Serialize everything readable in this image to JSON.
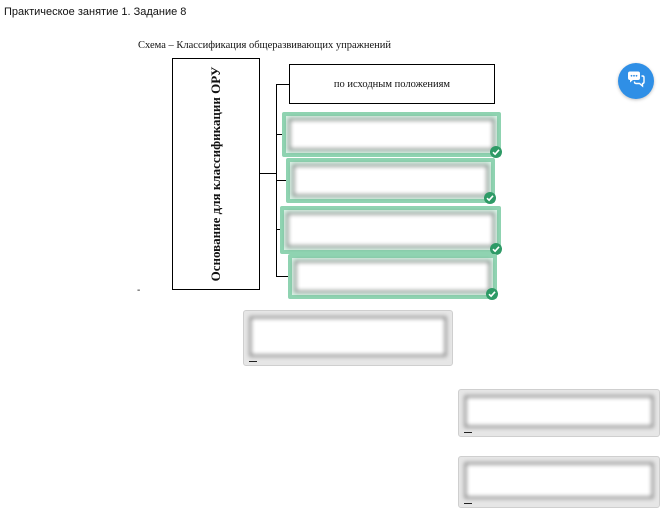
{
  "page": {
    "title": "Практическое занятие 1. Задание 8"
  },
  "scheme": {
    "title": "Схема – Классификация общеразвивающих упражнений",
    "root_label": "Основание для классификации ОРУ",
    "fixed_item": "по исходным положениям",
    "stray_mark": "-"
  },
  "slots": [
    {
      "label": "",
      "state": "correct"
    },
    {
      "label": "",
      "state": "correct"
    },
    {
      "label": "",
      "state": "correct"
    },
    {
      "label": "",
      "state": "correct"
    }
  ],
  "pool": [
    {
      "label": ""
    },
    {
      "label": ""
    },
    {
      "label": ""
    }
  ],
  "colors": {
    "slot_border": "#8fd3b1",
    "slot_fill": "#d9f1e5",
    "check": "#2e9a66",
    "chat_button": "#2f8fe6",
    "pool_background": "#e6e6e6"
  },
  "icons": {
    "chat": "chat-bubbles-icon",
    "check": "check-icon"
  }
}
